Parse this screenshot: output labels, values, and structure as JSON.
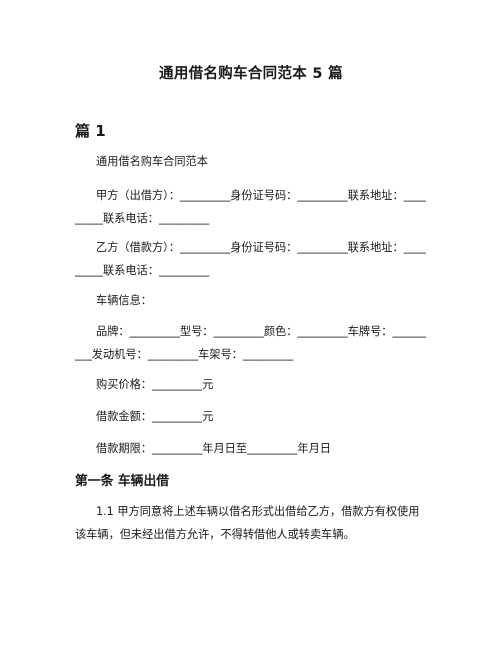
{
  "document": {
    "title": "通用借名购车合同范本 5 篇",
    "section_heading": "篇 1",
    "paragraphs": [
      "通用借名购车合同范本",
      "甲方（出借方）：_________身份证号码：_________联系地址：_________联系电话：_________",
      "乙方（借款方）：_________身份证号码：_________联系地址：_________联系电话：_________",
      "车辆信息：",
      "品牌：_________型号：_________颜色：_________车牌号：_________发动机号：_________车架号：_________",
      "购买价格：_________元",
      "借款金额：_________元",
      "借款期限：_________年月日至_________年月日"
    ],
    "article_heading": "第一条  车辆出借",
    "article_paragraph": "1.1  甲方同意将上述车辆以借名形式出借给乙方，借款方有权使用该车辆，但未经出借方允许，不得转借他人或转卖车辆。"
  }
}
